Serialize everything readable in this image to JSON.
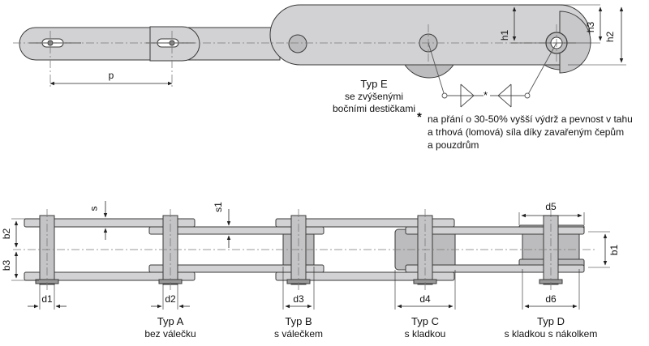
{
  "labels": {
    "p": "p",
    "h1": "h1",
    "h2": "h2",
    "h3": "h3",
    "s": "s",
    "s1": "s1",
    "b1": "b1",
    "b2": "b2",
    "b3": "b3",
    "d1": "d1",
    "d2": "d2",
    "d3": "d3",
    "d4": "d4",
    "d5": "d5",
    "d6": "d6"
  },
  "type_e": {
    "title": "Typ E",
    "line1": "se zvýšenými",
    "line2": "bočními destičkami"
  },
  "footnote": {
    "star": "*",
    "line1": "na přání o 30-50% vyšší výdrž a pevnost v tahu",
    "line2": "a trhová (lomová) síla díky zavařeným čepům",
    "line3": "a pouzdrům"
  },
  "weld_star": "*",
  "types": [
    {
      "title": "Typ A",
      "sub": "bez válečku"
    },
    {
      "title": "Typ B",
      "sub": "s válečkem"
    },
    {
      "title": "Typ C",
      "sub": "s kladkou"
    },
    {
      "title": "Typ D",
      "sub": "s kladkou s nákolkem"
    }
  ],
  "colors": {
    "plate": "#d2d2d4",
    "roller": "#bcbcbe",
    "outline": "#3a3a3a",
    "center": "#7a7a7a"
  }
}
